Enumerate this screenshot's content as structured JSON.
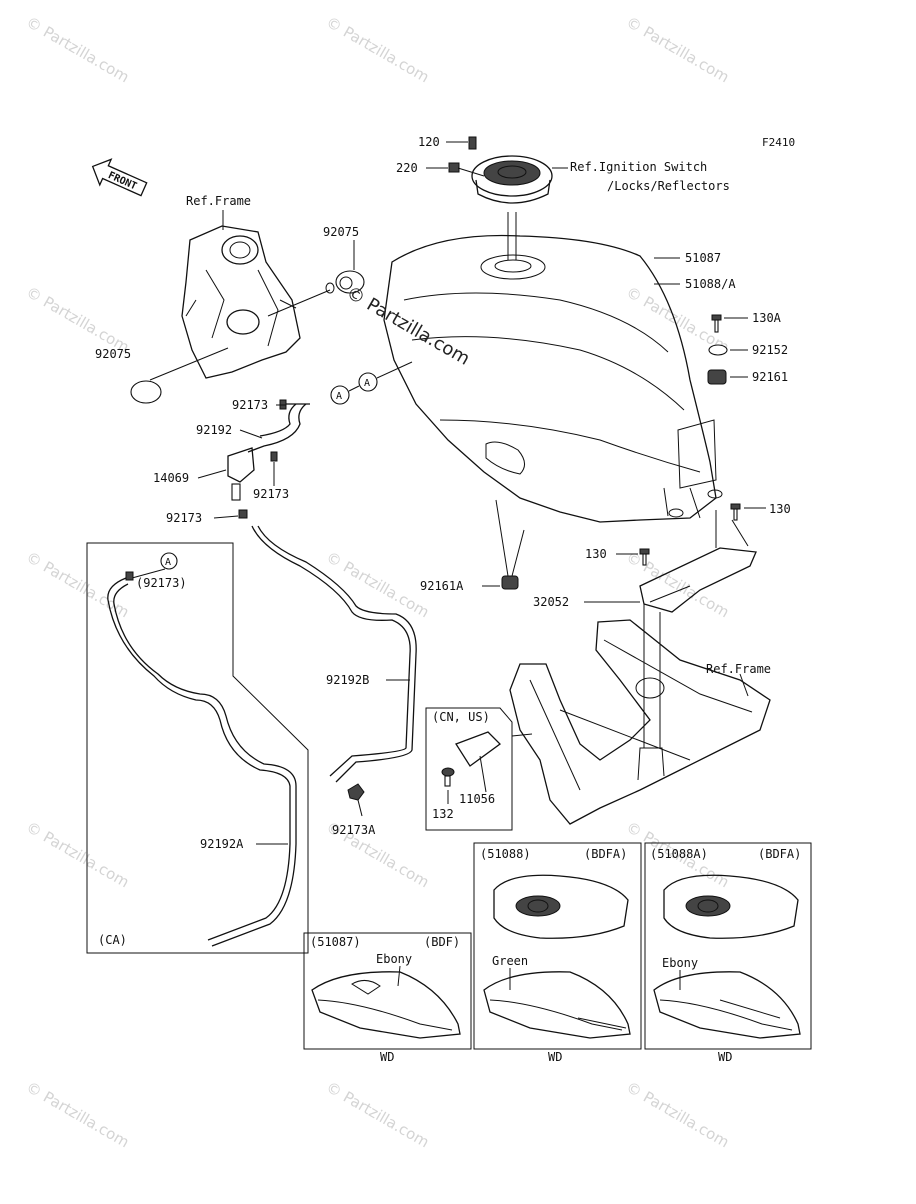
{
  "watermark": {
    "text": "© Partzilla.com"
  },
  "center_watermark": "© Partzilla.com",
  "figure_code": "F2410",
  "front_label": "FRONT",
  "circle_letter": "A",
  "refs": {
    "frame_top": "Ref.Frame",
    "ignition_line1": "Ref.Ignition Switch",
    "ignition_line2": "/Locks/Reflectors",
    "frame_bottom": "Ref.Frame"
  },
  "parts": {
    "p120": "120",
    "p220": "220",
    "p92075_top": "92075",
    "p92075_left": "92075",
    "p51087": "51087",
    "p51088a": "51088/A",
    "p130a": "130A",
    "p92152": "92152",
    "p92161": "92161",
    "p92173_a": "92173",
    "p92192": "92192",
    "p14069": "14069",
    "p92173_b": "92173",
    "p92173_c": "92173",
    "p130_right": "130",
    "p130_left": "130",
    "p92161a": "92161A",
    "p32052": "32052",
    "p92173_paren": "(92173)",
    "p92192b": "92192B",
    "p92173a": "92173A",
    "p11056": "11056",
    "p132": "132",
    "p92192a": "92192A"
  },
  "boxes": {
    "ca": {
      "label": "(CA)"
    },
    "cnus": {
      "label": "(CN, US)"
    },
    "box_51087": {
      "code": "(51087)",
      "variant": "(BDF)",
      "color": "Ebony",
      "footer": "WD"
    },
    "box_51088": {
      "code": "(51088)",
      "variant": "(BDFA)",
      "color": "Green",
      "footer": "WD"
    },
    "box_51088a": {
      "code": "(51088A)",
      "variant": "(BDFA)",
      "color": "Ebony",
      "footer": "WD"
    }
  }
}
